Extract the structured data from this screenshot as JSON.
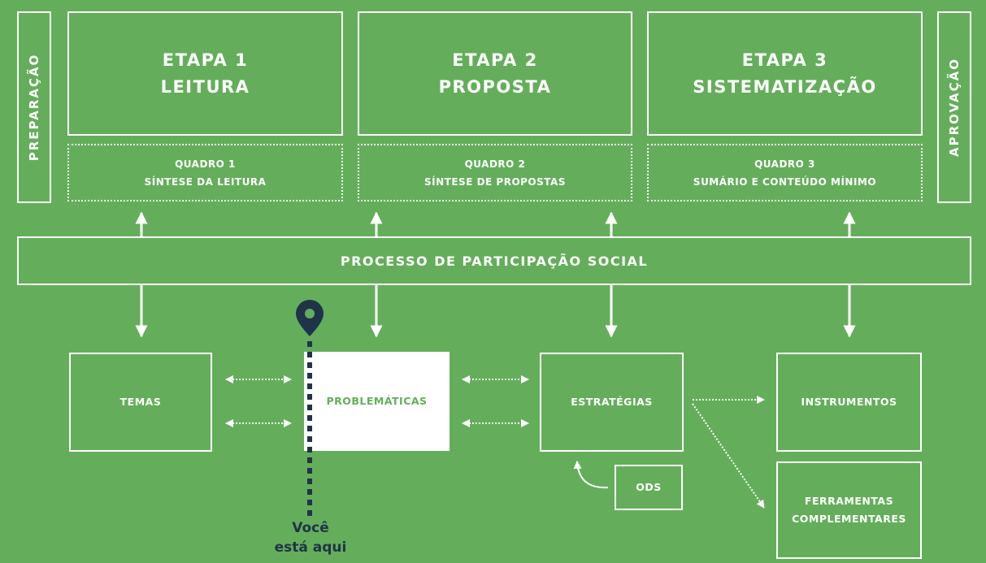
{
  "side_left": "PREPARAÇÃO",
  "side_right": "APROVAÇÃO",
  "stages": [
    {
      "line1": "ETAPA 1",
      "line2": "LEITURA",
      "q1": "QUADRO 1",
      "q2": "SÍNTESE DA LEITURA"
    },
    {
      "line1": "ETAPA 2",
      "line2": "PROPOSTA",
      "q1": "QUADRO 2",
      "q2": "SÍNTESE DE PROPOSTAS"
    },
    {
      "line1": "ETAPA 3",
      "line2": "SISTEMATIZAÇÃO",
      "q1": "QUADRO 3",
      "q2": "SUMÁRIO E CONTEÚDO MÍNIMO"
    }
  ],
  "process": "PROCESSO DE PARTICIPAÇÃO SOCIAL",
  "nodes": {
    "temas": "TEMAS",
    "problematicas": "PROBLEMÁTICAS",
    "estrategias": "ESTRATÉGIAS",
    "instrumentos": "INSTRUMENTOS",
    "ods": "ODS",
    "ferramentas_1": "FERRAMENTAS",
    "ferramentas_2": "COMPLEMENTARES"
  },
  "marker": {
    "line1": "Você",
    "line2": "está aqui"
  },
  "colors": {
    "background": "#64ae5b",
    "line": "#ffffff",
    "marker": "#1f3448",
    "highlight_text": "#64ae5b"
  }
}
